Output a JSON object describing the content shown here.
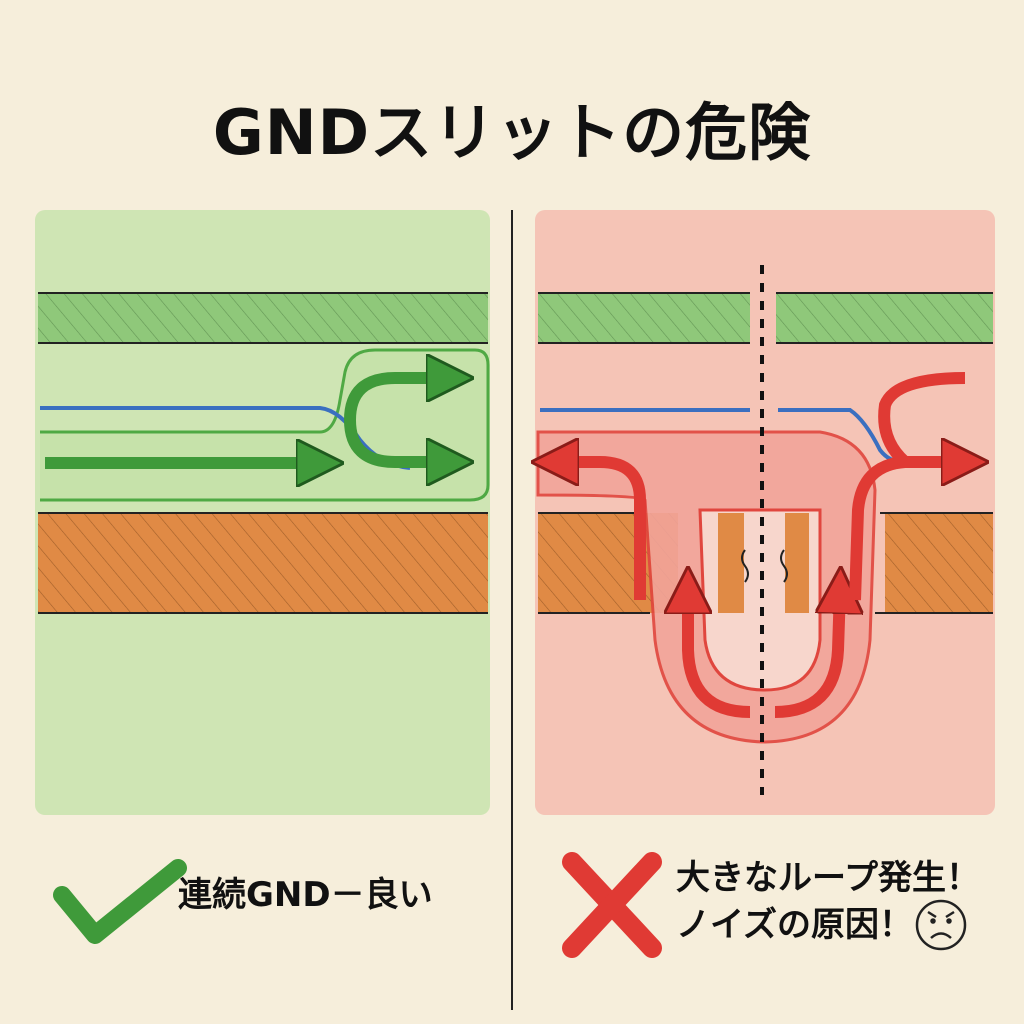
{
  "title": "GNDスリットの危険",
  "left_panel": {
    "caption": "連続GND－良い",
    "verdict_icon": "check-icon",
    "colors": {
      "wash": "#cfe5b4",
      "ground_layer": "#8fc87a",
      "power_layer": "#e08a45",
      "signal": "#3a6fc0",
      "current": "#3f9a3a"
    }
  },
  "right_panel": {
    "caption_line1": "大きなループ発生！",
    "caption_line2": "ノイズの原因！",
    "verdict_icon": "cross-icon",
    "emoji_icon": "angry-face-icon",
    "colors": {
      "wash": "#f5c4b6",
      "ground_layer": "#8fc87a",
      "power_layer": "#e08a45",
      "signal": "#3a6fc0",
      "current": "#e03a34"
    }
  }
}
